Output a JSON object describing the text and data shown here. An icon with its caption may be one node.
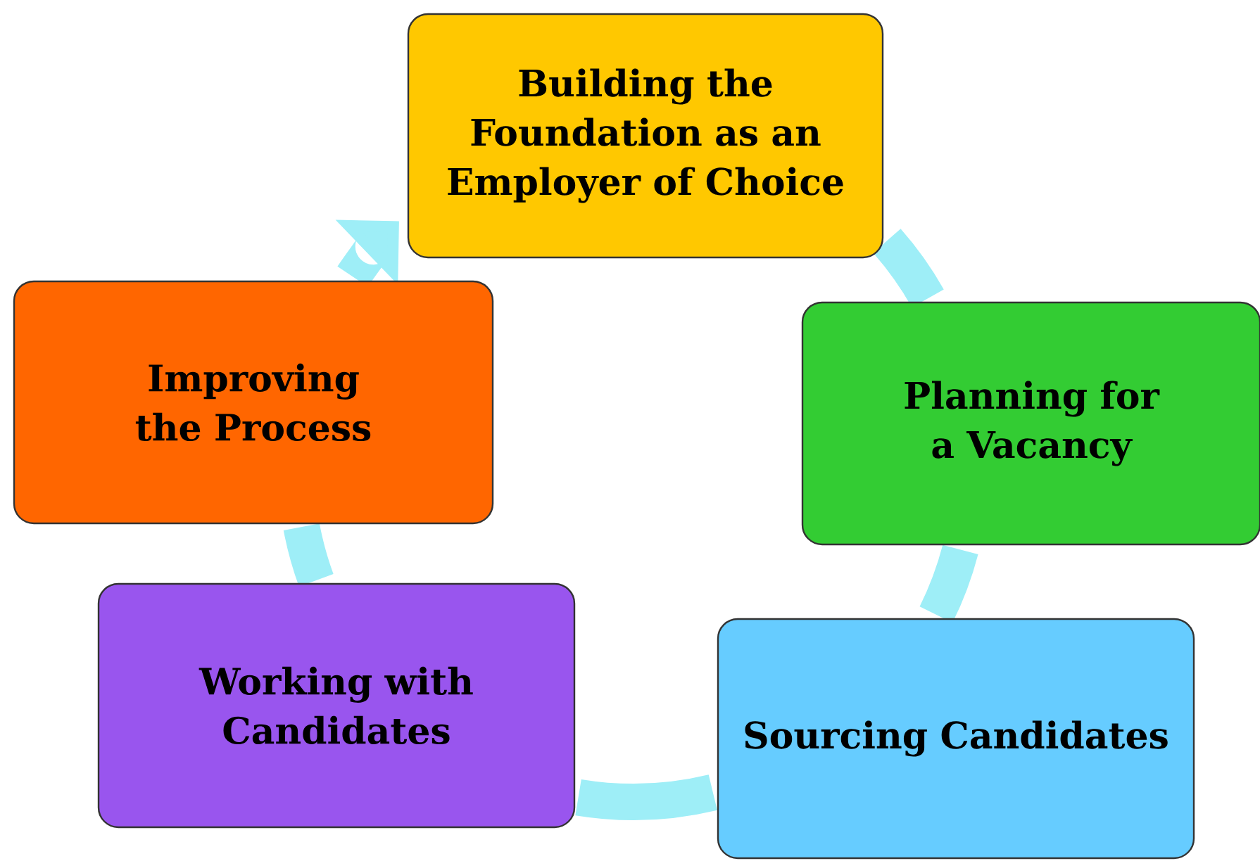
{
  "diagram": {
    "nodes": [
      {
        "text": [
          "Building the Foundation as an Employer of Choice"
        ]
      },
      {
        "text": [
          "Planning for a Vacancy"
        ]
      },
      {
        "text": [
          "Sourcing Candidates"
        ]
      },
      {
        "text": [
          "Working with Candidates"
        ]
      },
      {
        "text": [
          "Improving the Process"
        ]
      }
    ],
    "edges": [
      {
        "from": 0,
        "to": 1,
        "arrow": "none"
      },
      {
        "from": 1,
        "to": 2,
        "arrow": "none"
      },
      {
        "from": 2,
        "to": 3,
        "arrow": "none"
      },
      {
        "from": 3,
        "to": 4,
        "arrow": "none"
      },
      {
        "from": 4,
        "to": 0,
        "arrow": "to"
      }
    ]
  }
}
